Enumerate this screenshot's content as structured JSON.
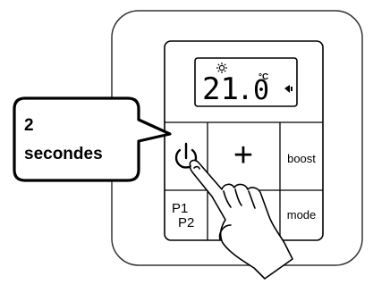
{
  "callout": {
    "line1": "2",
    "line2": "secondes"
  },
  "display": {
    "temperature_int": "21",
    "temperature_dec": ".0",
    "unit": "°C",
    "sun_icon": "sun-icon",
    "signal_icon": "signal-icon"
  },
  "buttons": {
    "power_icon": "power-icon",
    "plus_label": "+",
    "boost_label": "boost",
    "p1_label": "P1",
    "p2_label": "P2",
    "mode_label": "mode"
  },
  "hand_icon": "pointing-hand-icon"
}
